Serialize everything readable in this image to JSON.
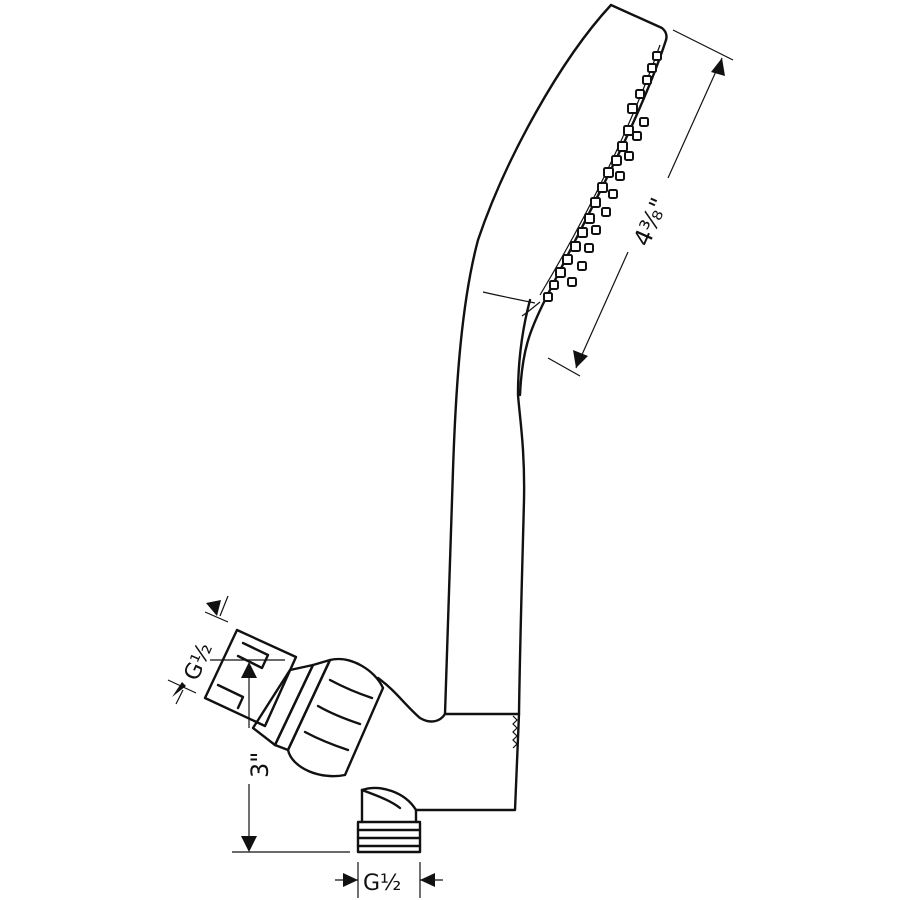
{
  "drawing": {
    "subject": "Hand shower with wall-outlet supply elbow and holder",
    "dimensions": {
      "head_length": "4³⁄₈\"",
      "connection_offset": "3\"",
      "thread_top": "G½",
      "thread_bottom": "G½"
    },
    "colors": {
      "line": "#111111",
      "background": "#ffffff"
    }
  }
}
